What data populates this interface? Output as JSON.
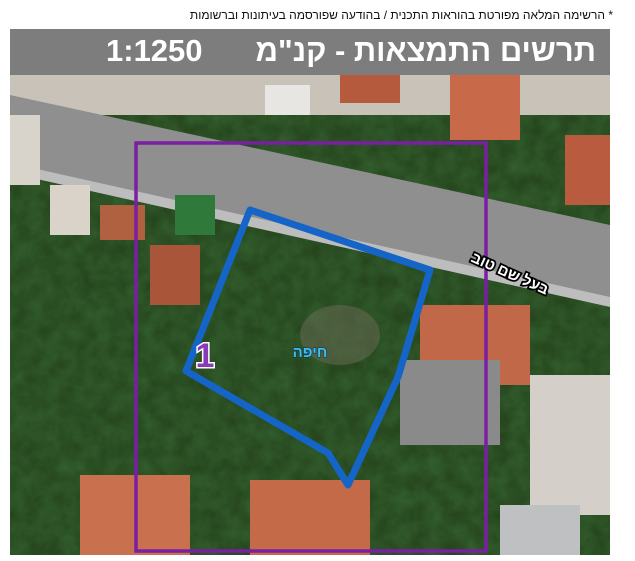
{
  "note": "* הרשימה המלאה מפורטת בהוראות התכנית / בהודעה שפורסמה בעיתונות וברשומות",
  "header": {
    "title": "תרשים התמצאות - קנ\"מ",
    "scale": "1:1250"
  },
  "map": {
    "street_label": "בעל שם טוב",
    "area_label": "חיפה",
    "plot_number": "1",
    "colors": {
      "plot_outline": "#1565c8",
      "frame_outline": "#7a1fa2",
      "road": "#8f8f8f",
      "vegetation": "#1e3a12",
      "roof": "#b55a3c",
      "header_bg": "#7d7d7d",
      "area_label": "#39c2f0",
      "plot_number_fill": "#8a3ab9"
    }
  }
}
